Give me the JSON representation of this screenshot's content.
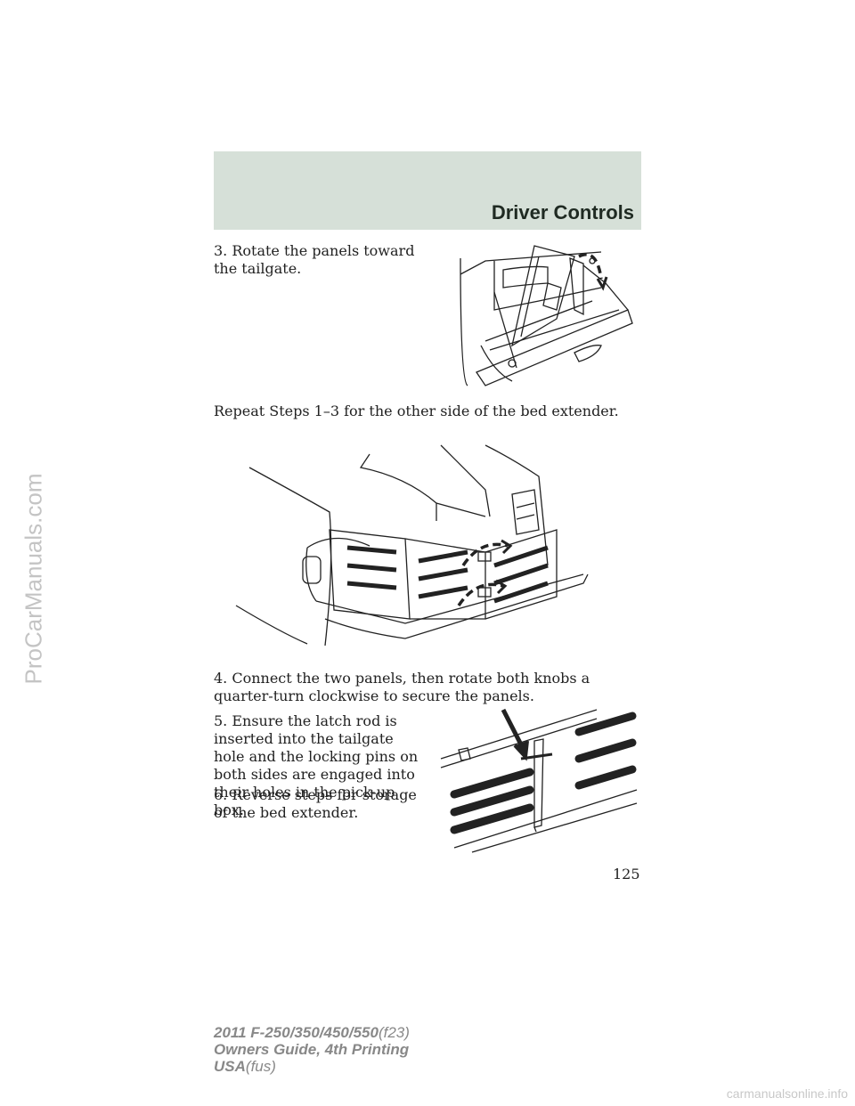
{
  "header": {
    "section_title": "Driver Controls"
  },
  "steps": {
    "step3": "3. Rotate the panels toward the tailgate.",
    "repeat": "Repeat Steps 1–3 for the other side of the bed extender.",
    "step4": "4. Connect the two panels, then rotate both knobs a quarter-turn clockwise to secure the panels.",
    "step5": "5. Ensure the latch rod is inserted into the tailgate hole and the locking pins on both sides are engaged into their holes in the pick-up box.",
    "step6": "6. Reverse steps for storage of the bed extender."
  },
  "page_number": "125",
  "footer": {
    "model": "2011 F-250/350/450/550",
    "model_code": "(f23)",
    "guide": "Owners Guide, 4th Printing",
    "region": "USA",
    "region_code": "(fus)"
  },
  "watermarks": {
    "side": "ProCarManuals.com",
    "bottom": "carmanualsonline.info"
  }
}
